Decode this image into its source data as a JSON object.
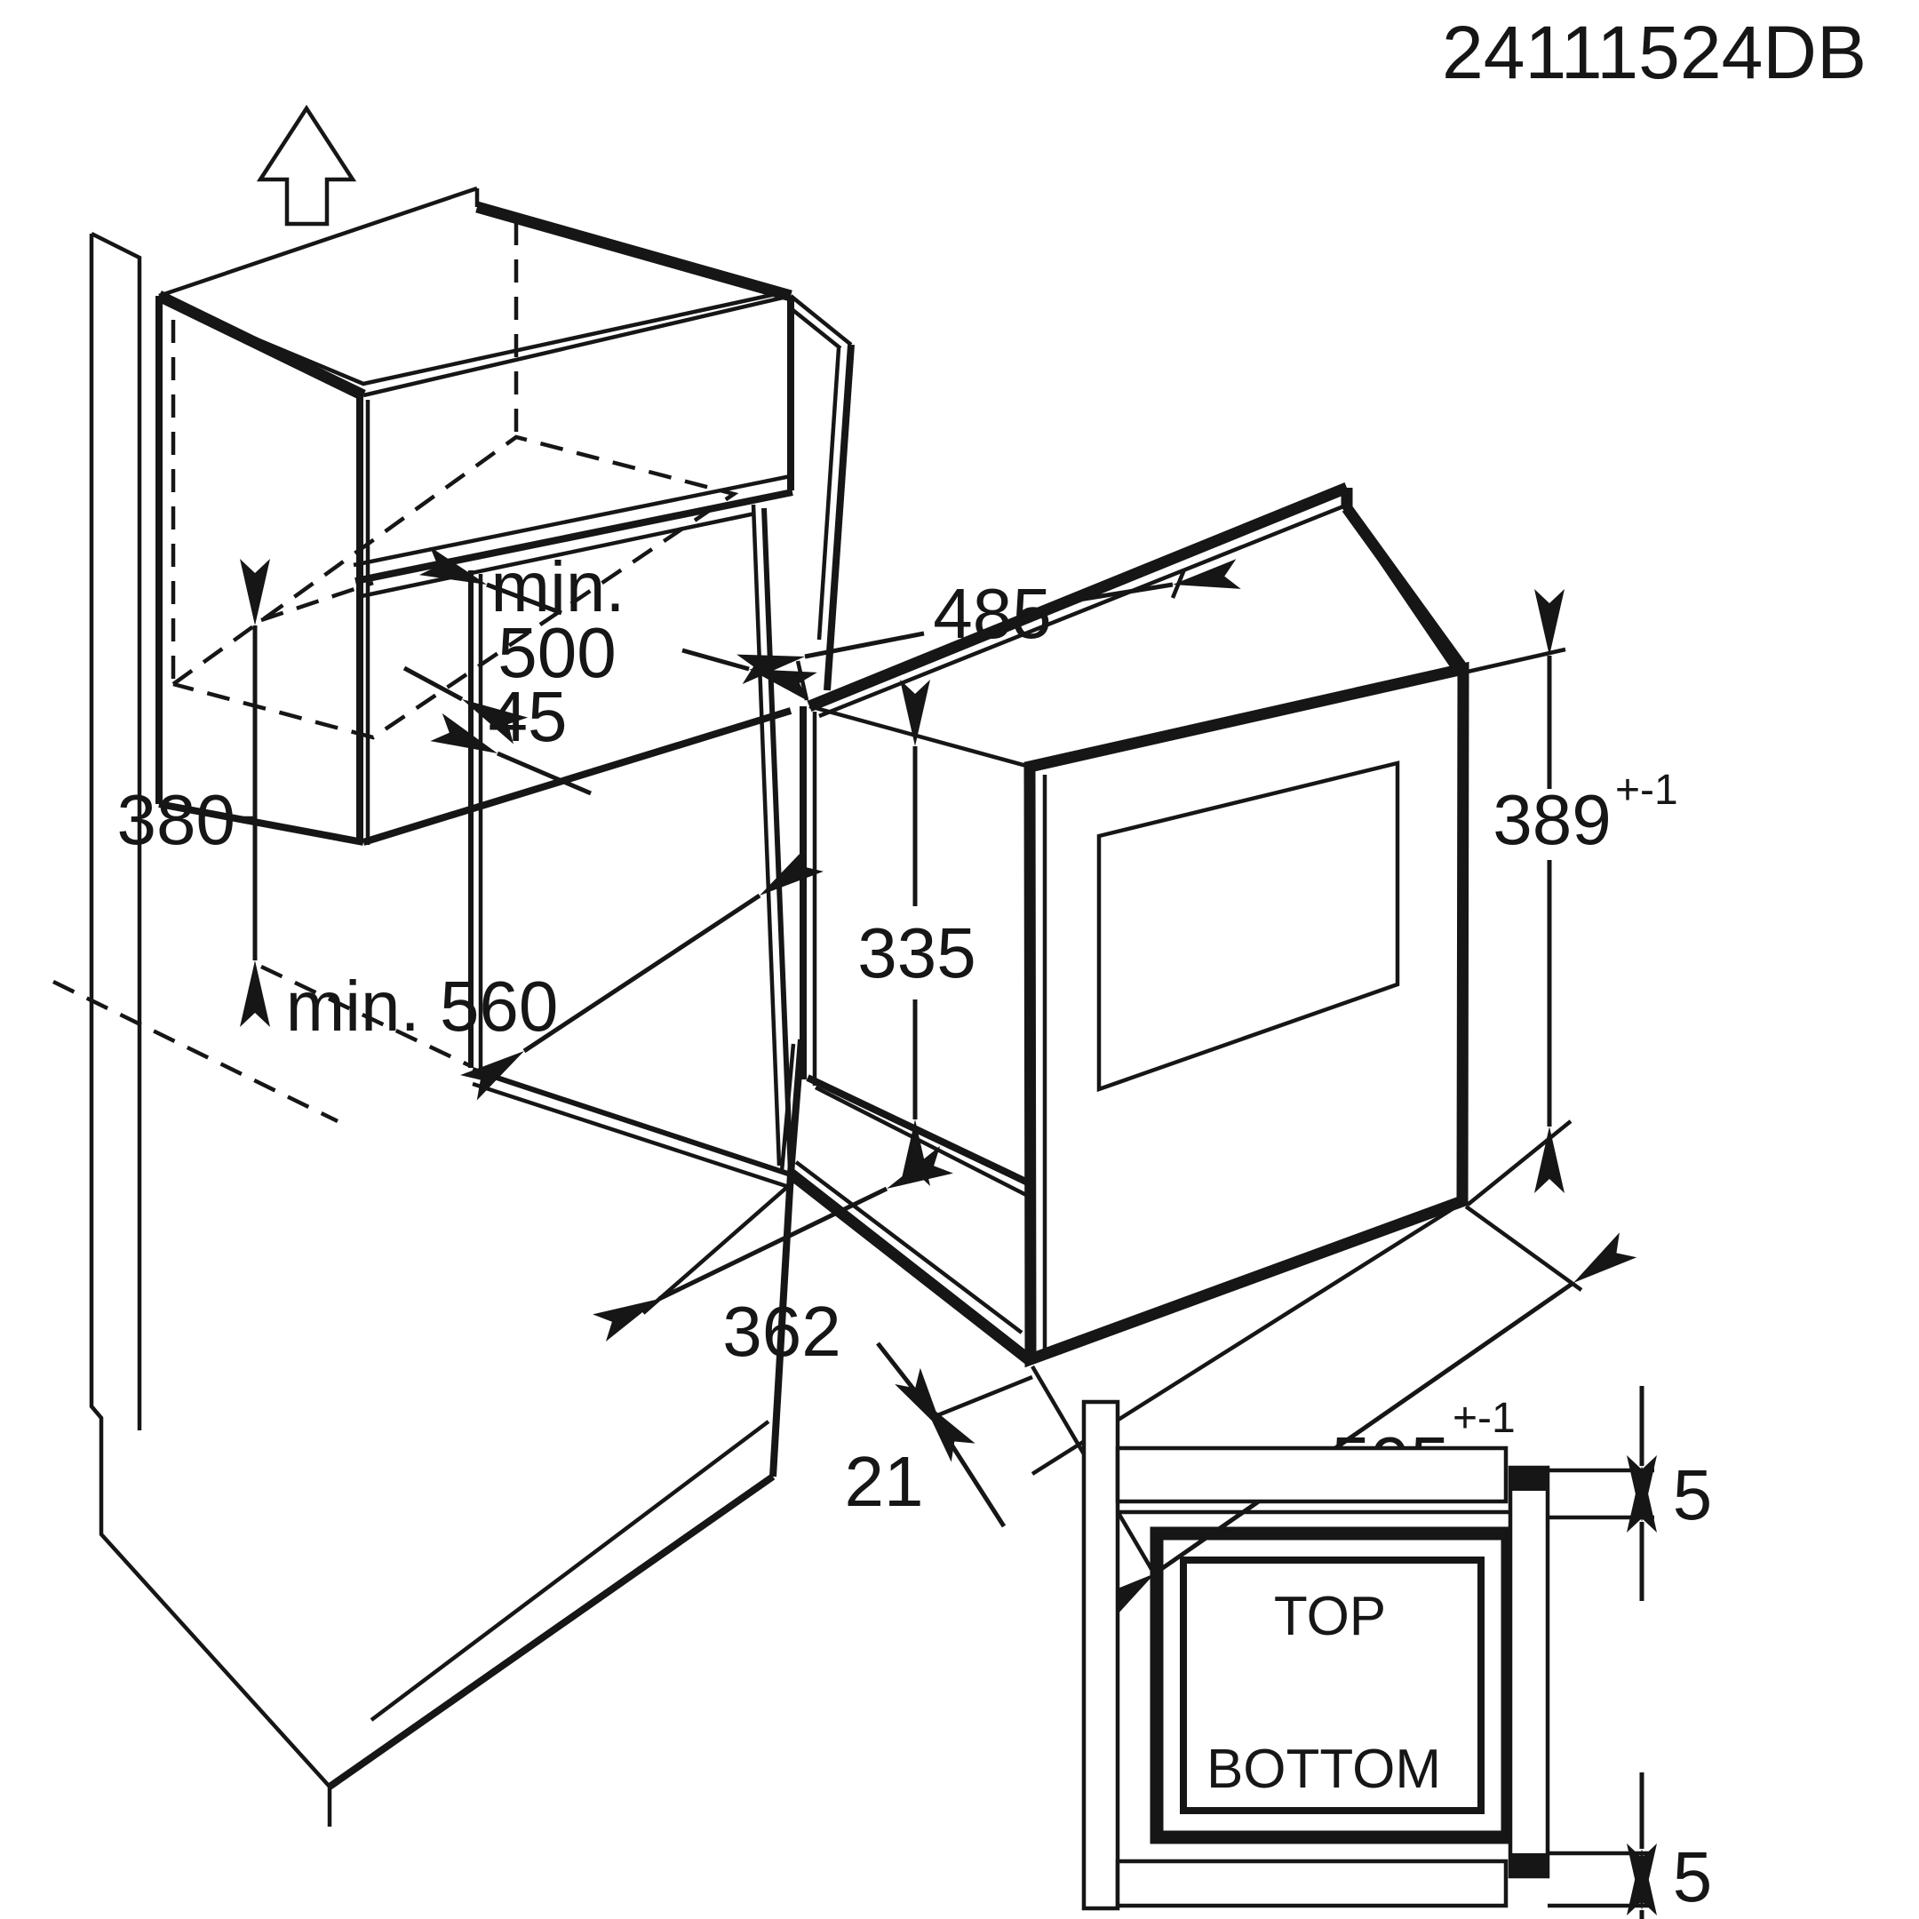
{
  "part_number": "24111524DB",
  "cabinet_dims": {
    "niche_width_min_line1": "min.",
    "niche_width_min_line2": "500",
    "front_clearance": "45",
    "niche_height": "380",
    "niche_depth_min": "min. 560"
  },
  "oven_dims": {
    "body_width": "485",
    "body_height": "335",
    "body_depth": "362",
    "front_height": "389",
    "front_height_tol": "+-1",
    "front_width": "595",
    "front_width_tol": "+-1",
    "door_offset": "21"
  },
  "section_detail": {
    "top_label": "TOP",
    "bottom_label": "BOTTOM",
    "gap_top": "5",
    "gap_bottom": "5"
  }
}
